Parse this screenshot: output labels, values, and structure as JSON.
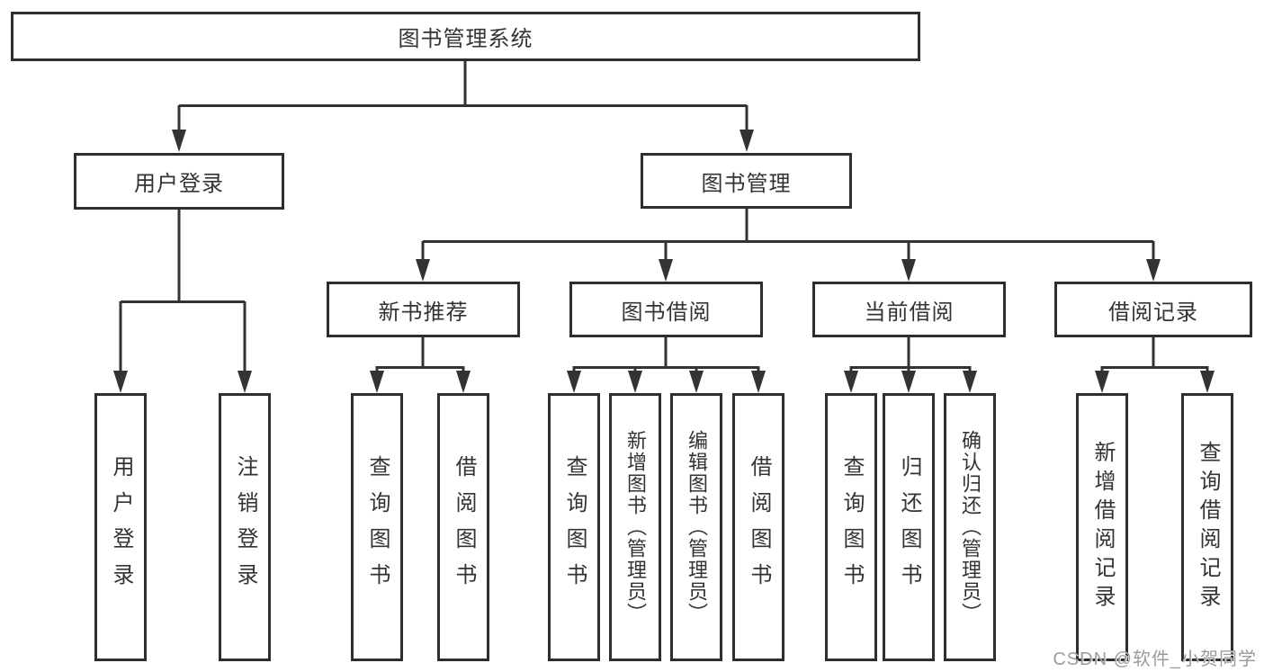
{
  "diagram": {
    "title": "图书管理系统",
    "branches": [
      {
        "label": "用户登录",
        "children": [
          {
            "label": "用户登录"
          },
          {
            "label": "注销登录"
          }
        ]
      },
      {
        "label": "图书管理",
        "children": [
          {
            "label": "新书推荐",
            "children": [
              {
                "label": "查询图书"
              },
              {
                "label": "借阅图书"
              }
            ]
          },
          {
            "label": "图书借阅",
            "children": [
              {
                "label": "查询图书"
              },
              {
                "label": "新增图书（管理员）"
              },
              {
                "label": "编辑图书（管理员）"
              },
              {
                "label": "借阅图书"
              }
            ]
          },
          {
            "label": "当前借阅",
            "children": [
              {
                "label": "查询图书"
              },
              {
                "label": "归还图书"
              },
              {
                "label": "确认归还（管理员）"
              }
            ]
          },
          {
            "label": "借阅记录",
            "children": [
              {
                "label": "新增借阅记录"
              },
              {
                "label": "查询借阅记录"
              }
            ]
          }
        ]
      }
    ]
  },
  "watermark": "CSDN @软件_小贺同学",
  "colors": {
    "line": "#333333",
    "border": "#2e2e2e",
    "text": "#333333",
    "background": "#ffffff",
    "watermark": "#9b9b9b"
  }
}
